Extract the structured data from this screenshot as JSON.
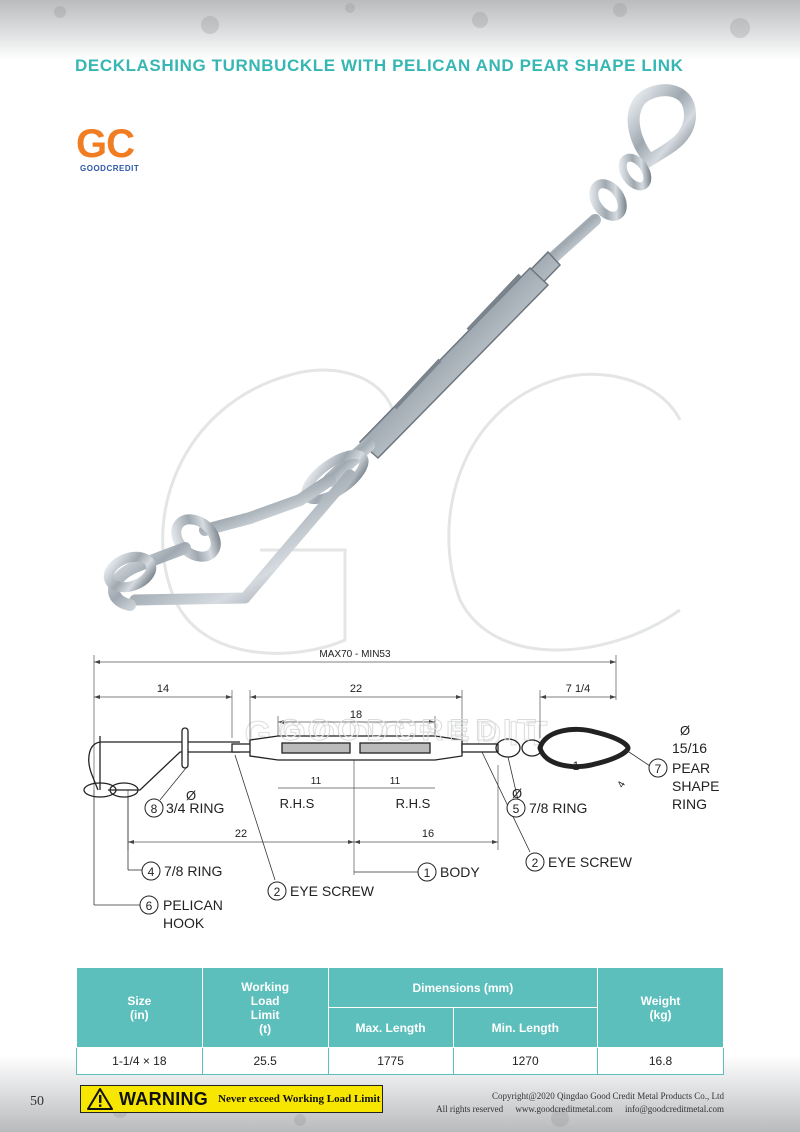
{
  "page": {
    "title": "DECKLASHING TURNBUCKLE WITH PELICAN AND PEAR SHAPE LINK",
    "page_number": "50"
  },
  "logo": {
    "mark": "GC",
    "name": "GOODCREDIT",
    "mark_color": "#f07d22",
    "name_color": "#2f58a8"
  },
  "watermark": {
    "big": "GC",
    "small": "GOODCREDIT"
  },
  "diagram": {
    "overall": "MAX70 - MIN53",
    "dim_14": "14",
    "dim_22_top": "22",
    "dim_18": "18",
    "dim_7_1_4": "7 1/4",
    "dim_11_left": "11",
    "dim_11_right": "11",
    "rhs_left": "R.H.S",
    "rhs_right": "R.H.S",
    "dim_22_bottom": "22",
    "dim_16": "16",
    "dim_1": "1",
    "dim_4": "4",
    "phi": "Ø",
    "parts": {
      "p1": {
        "num": "1",
        "label": "BODY"
      },
      "p2a": {
        "num": "2",
        "label": "EYE SCREW"
      },
      "p2b": {
        "num": "2",
        "label": "EYE SCREW"
      },
      "p4": {
        "num": "4",
        "label": "7/8 RING"
      },
      "p5": {
        "num": "5",
        "label": "7/8 RING"
      },
      "p6": {
        "num": "6",
        "label_line1": "PELICAN",
        "label_line2": "HOOK"
      },
      "p7": {
        "num": "7",
        "label_line1": "PEAR",
        "label_line2": "SHAPE",
        "label_line3": "RING"
      },
      "p8": {
        "num": "8",
        "label": "3/4 RING"
      }
    },
    "dim_15_16": "15/16"
  },
  "table": {
    "headers": {
      "size": "Size",
      "size_unit": "(in)",
      "wll_line1": "Working",
      "wll_line2": "Load",
      "wll_line3": "Limit",
      "wll_unit": "(t)",
      "dimensions": "Dimensions (mm)",
      "max_length": "Max. Length",
      "min_length": "Min. Length",
      "weight": "Weight",
      "weight_unit": "(kg)"
    },
    "rows": [
      {
        "size": "1-1/4 × 18",
        "wll": "25.5",
        "max": "1775",
        "min": "1270",
        "weight": "16.8"
      }
    ],
    "header_color": "#5cbfbc"
  },
  "footer": {
    "warning_label": "WARNING",
    "warning_text": "Never exceed Working Load Limit",
    "copyright": "Copyright@2020 Qingdao Good Credit Metal Products Co., Ltd",
    "rights": "All rights reserved",
    "website": "www.goodcreditmetal.com",
    "email": "info@goodcreditmetal.com"
  },
  "colors": {
    "title": "#36b7b4",
    "warning_bg": "#f6e600"
  }
}
